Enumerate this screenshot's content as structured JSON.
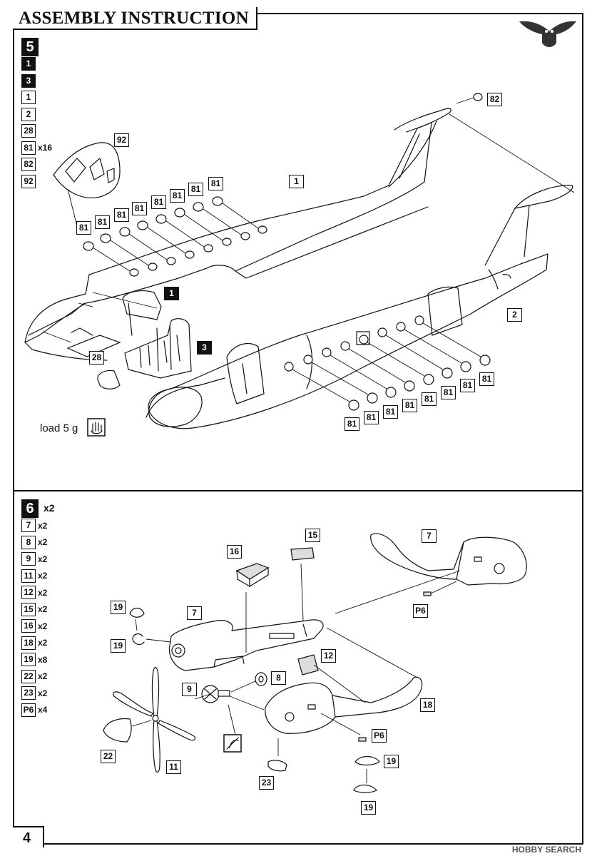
{
  "header": {
    "title": "ASSEMBLY INSTRUCTION"
  },
  "page_number": "4",
  "watermark": "HOBBY SEARCH",
  "step5": {
    "number": "5",
    "parts": [
      {
        "label": "1",
        "style": "inverted",
        "qty": ""
      },
      {
        "label": "3",
        "style": "inverted",
        "qty": ""
      },
      {
        "label": "1",
        "style": "box",
        "qty": ""
      },
      {
        "label": "2",
        "style": "box",
        "qty": ""
      },
      {
        "label": "28",
        "style": "box",
        "qty": ""
      },
      {
        "label": "81",
        "style": "box",
        "qty": "x16"
      },
      {
        "label": "82",
        "style": "box",
        "qty": ""
      },
      {
        "label": "92",
        "style": "box",
        "qty": ""
      }
    ],
    "note": "load 5 g"
  },
  "step6": {
    "number": "6",
    "multiplier": "x2",
    "parts": [
      {
        "label": "7",
        "qty": "x2"
      },
      {
        "label": "8",
        "qty": "x2"
      },
      {
        "label": "9",
        "qty": "x2"
      },
      {
        "label": "11",
        "qty": "x2"
      },
      {
        "label": "12",
        "qty": "x2"
      },
      {
        "label": "15",
        "qty": "x2"
      },
      {
        "label": "16",
        "qty": "x2"
      },
      {
        "label": "18",
        "qty": "x2"
      },
      {
        "label": "19",
        "qty": "x8"
      },
      {
        "label": "22",
        "qty": "x2"
      },
      {
        "label": "23",
        "qty": "x2"
      },
      {
        "label": "P6",
        "qty": "x4"
      }
    ]
  },
  "callouts": {
    "c82": "82",
    "c92": "92",
    "c1": "1",
    "c2": "2",
    "c1inv": "1",
    "c3inv": "3",
    "c28": "28",
    "c81": "81",
    "s6_15": "15",
    "s6_7a": "7",
    "s6_16": "16",
    "s6_19a": "19",
    "s6_19b": "19",
    "s6_7b": "7",
    "s6_p6a": "P6",
    "s6_12": "12",
    "s6_8": "8",
    "s6_9": "9",
    "s6_18": "18",
    "s6_p6b": "P6",
    "s6_22": "22",
    "s6_11": "11",
    "s6_23": "23",
    "s6_19c": "19",
    "s6_19d": "19"
  },
  "icons": [
    "owl-logo-icon",
    "hand-weight-icon",
    "no-glue-icon"
  ]
}
